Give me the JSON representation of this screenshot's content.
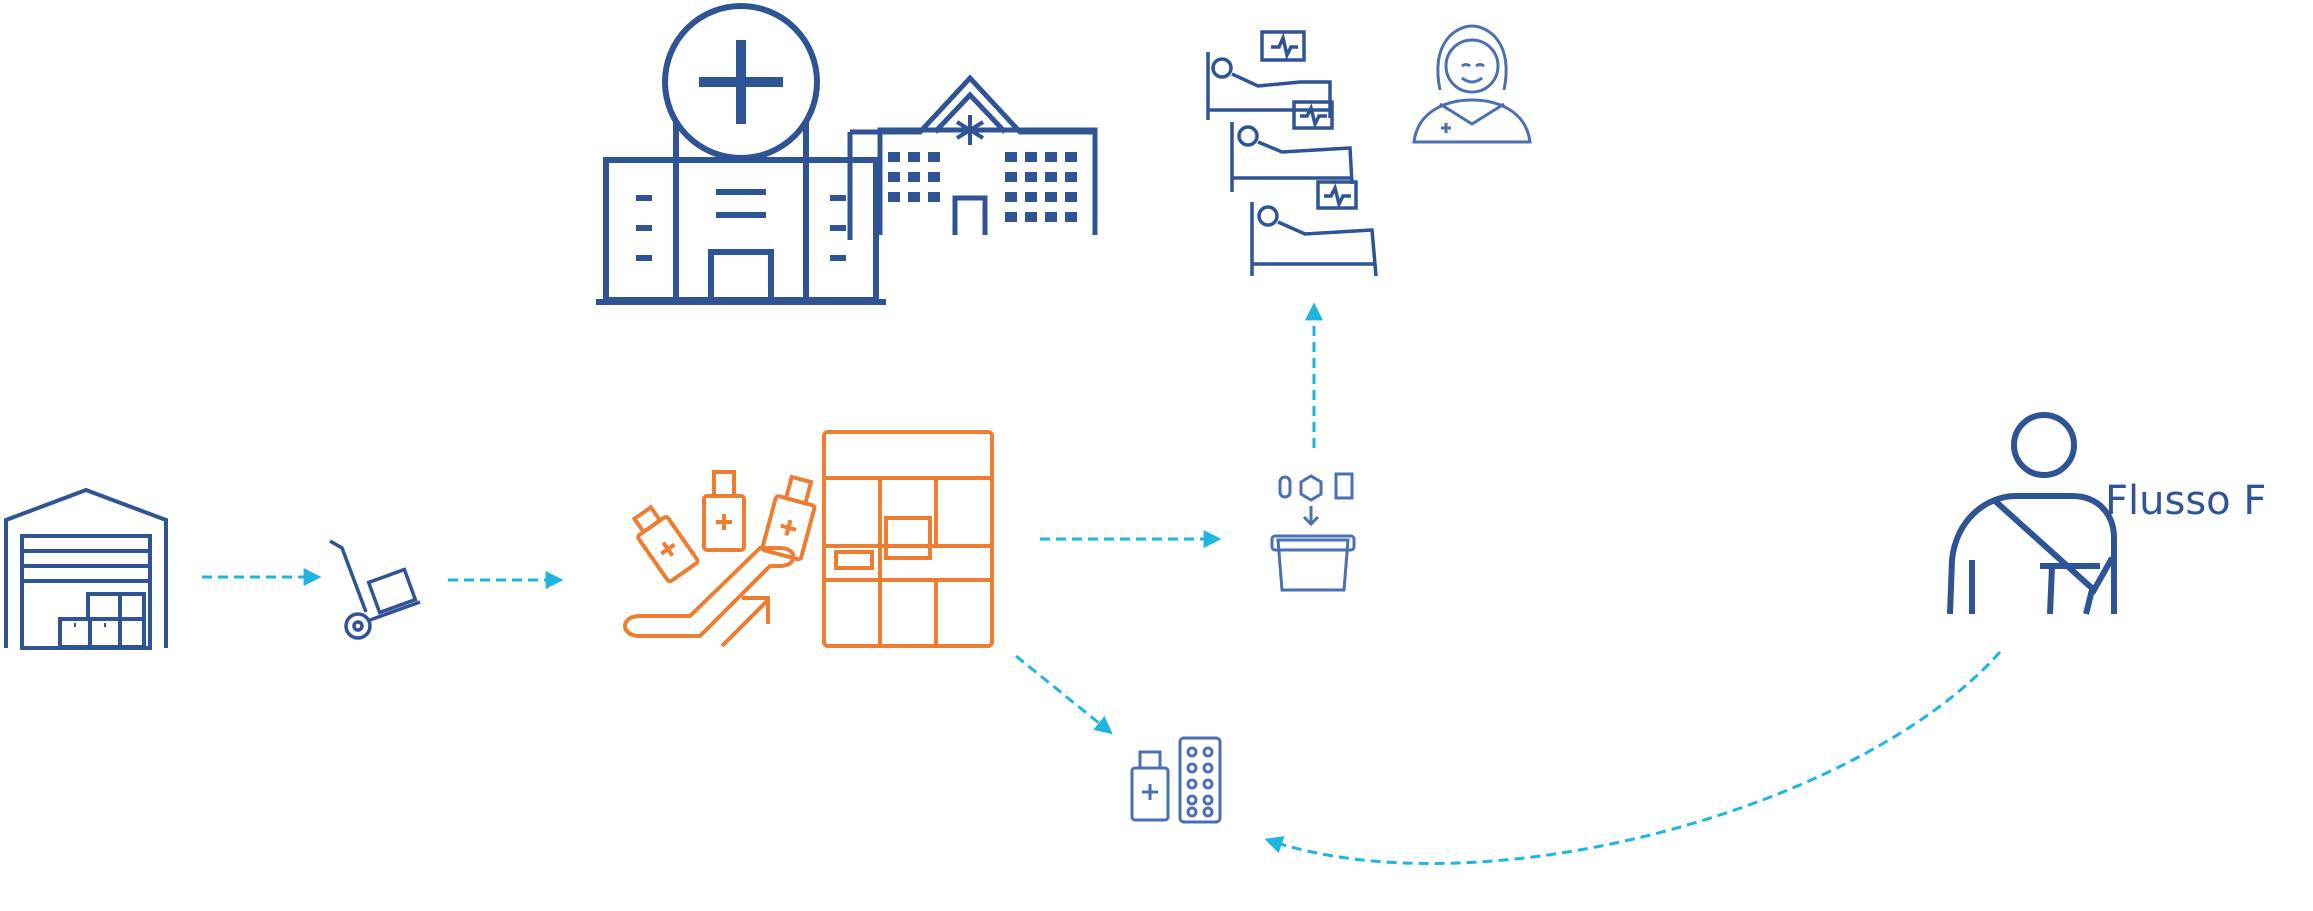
{
  "diagram": {
    "flow_label": "Flusso F",
    "colors": {
      "icon_blue": "#2f5496",
      "icon_blue_light": "#4a6fb3",
      "accent_orange": "#ed7d31",
      "arrow_cyan": "#1fb5e0"
    },
    "nodes": [
      {
        "id": "warehouse",
        "icon": "warehouse-icon"
      },
      {
        "id": "hand-truck",
        "icon": "hand-truck-icon"
      },
      {
        "id": "drug-escalator",
        "icon": "medicine-escalator-icon"
      },
      {
        "id": "automated-cabinet",
        "icon": "automated-pharmacy-cabinet-icon"
      },
      {
        "id": "medication-box",
        "icon": "medication-box-icon"
      },
      {
        "id": "medicines",
        "icon": "medicine-bottle-and-pills-icon"
      },
      {
        "id": "hospital",
        "icon": "hospital-buildings-icon"
      },
      {
        "id": "ward-beds",
        "icon": "hospital-beds-icon"
      },
      {
        "id": "nurse",
        "icon": "nurse-icon"
      },
      {
        "id": "outpatient",
        "icon": "patient-with-arm-sling-icon"
      }
    ]
  }
}
